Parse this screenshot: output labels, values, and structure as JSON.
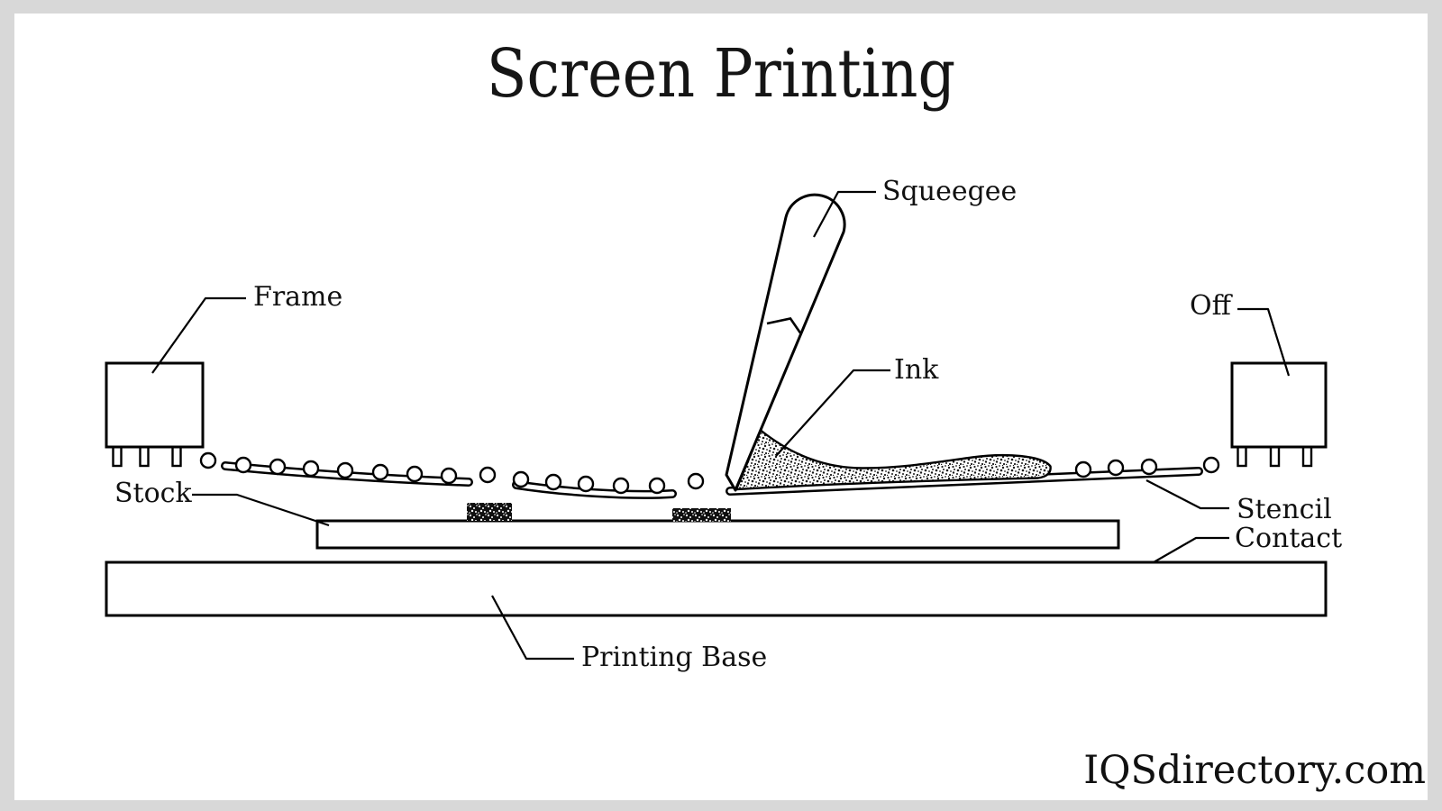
{
  "title": "Screen Printing",
  "watermark": "IQSdirectory.com",
  "labels": {
    "frame": "Frame",
    "stock": "Stock",
    "squeegee": "Squeegee",
    "ink": "Ink",
    "off": "Off",
    "stencil": "Stencil",
    "contact": "Contact",
    "printing_base": "Printing Base"
  },
  "colors": {
    "line": "#000000",
    "canvas_background": "#ffffff",
    "page_border": "#d8d8d8",
    "ink_stipple": "#1a1a1a"
  }
}
